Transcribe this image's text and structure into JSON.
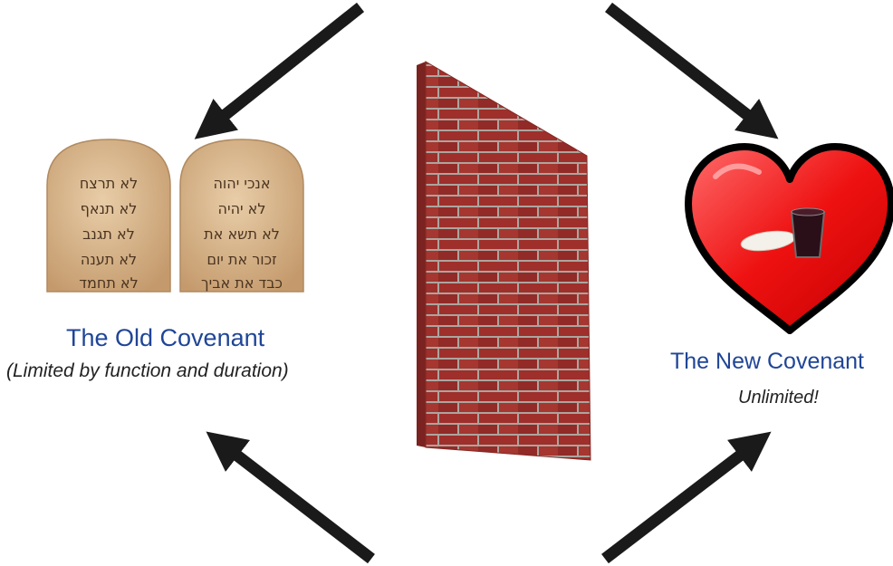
{
  "colors": {
    "title": "#1f4597",
    "arrow": "#1a1a1a",
    "heart": "#ee1111",
    "brick": "#a8322e",
    "stone": "#d9b58c"
  },
  "old_covenant": {
    "title": "The Old Covenant",
    "subtitle": "(Limited by function and duration)",
    "tablet_left_lines": [
      "לא תרצח",
      "לא תנאף",
      "לא תגנב",
      "לא תענה",
      "לא תחמד"
    ],
    "tablet_right_lines": [
      "אנכי יהוה",
      "לא יהיה",
      "לא תשא את",
      "זכור את יום",
      "כבד את אביך"
    ]
  },
  "new_covenant": {
    "title": "The New Covenant",
    "subtitle": "Unlimited!"
  },
  "icons": [
    "stone-tablets-icon",
    "brick-wall-icon",
    "heart-communion-icon"
  ]
}
